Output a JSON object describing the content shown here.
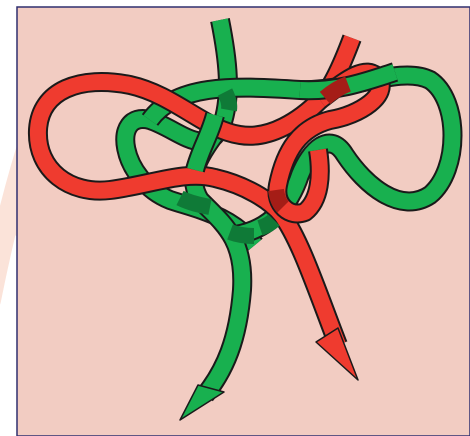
{
  "colors": {
    "page_background": "#ffffff",
    "watermark": "#fbe3d9",
    "panel_background": "#f2ccc2",
    "panel_border": "#2f2f6f",
    "rope_green": "#18b04f",
    "rope_green_shade": "#0f7a37",
    "rope_red": "#ef3b2f",
    "rope_red_shade": "#a51d17",
    "outline": "#1a1a1a"
  },
  "diagram": {
    "type": "knot-illustration",
    "ropes": [
      {
        "id": "red",
        "color_key": "rope_red",
        "end": "arrowhead"
      },
      {
        "id": "green",
        "color_key": "rope_green",
        "end": "arrowhead"
      }
    ]
  }
}
